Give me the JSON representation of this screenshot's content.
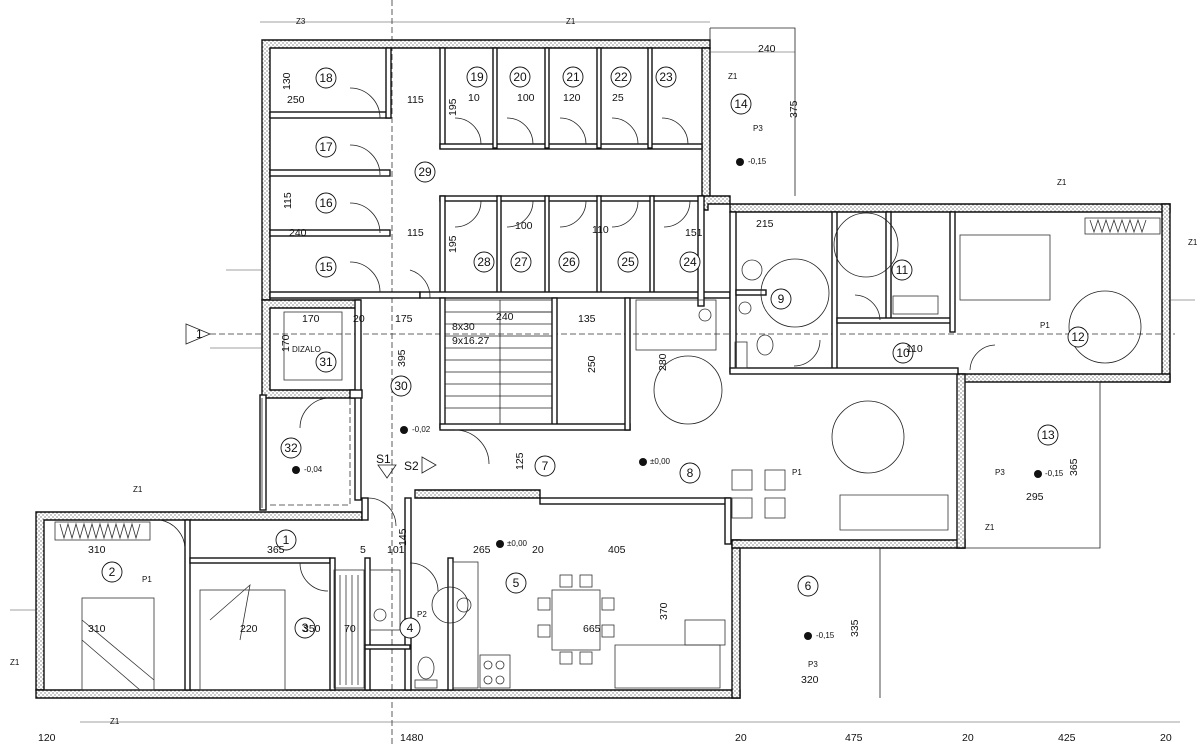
{
  "rooms": [
    {
      "id": "1"
    },
    {
      "id": "2"
    },
    {
      "id": "3"
    },
    {
      "id": "4"
    },
    {
      "id": "5"
    },
    {
      "id": "6"
    },
    {
      "id": "7"
    },
    {
      "id": "8"
    },
    {
      "id": "9"
    },
    {
      "id": "10"
    },
    {
      "id": "11"
    },
    {
      "id": "12"
    },
    {
      "id": "13"
    },
    {
      "id": "14"
    },
    {
      "id": "15"
    },
    {
      "id": "16"
    },
    {
      "id": "17"
    },
    {
      "id": "18"
    },
    {
      "id": "19"
    },
    {
      "id": "20"
    },
    {
      "id": "21"
    },
    {
      "id": "22"
    },
    {
      "id": "23"
    },
    {
      "id": "24"
    },
    {
      "id": "25"
    },
    {
      "id": "26"
    },
    {
      "id": "27"
    },
    {
      "id": "28"
    },
    {
      "id": "29"
    },
    {
      "id": "30"
    },
    {
      "id": "31"
    },
    {
      "id": "32"
    }
  ],
  "dimensions": [
    {
      "t": "240"
    },
    {
      "t": "375"
    },
    {
      "t": "130"
    },
    {
      "t": "250"
    },
    {
      "t": "115"
    },
    {
      "t": "195"
    },
    {
      "t": "10"
    },
    {
      "t": "100"
    },
    {
      "t": "120"
    },
    {
      "t": "25"
    },
    {
      "t": "115"
    },
    {
      "t": "240"
    },
    {
      "t": "115"
    },
    {
      "t": "195"
    },
    {
      "t": "100"
    },
    {
      "t": "110"
    },
    {
      "t": "151"
    },
    {
      "t": "215"
    },
    {
      "t": "170"
    },
    {
      "t": "20"
    },
    {
      "t": "175"
    },
    {
      "t": "240"
    },
    {
      "t": "135"
    },
    {
      "t": "395"
    },
    {
      "t": "280"
    },
    {
      "t": "250"
    },
    {
      "t": "125"
    },
    {
      "t": "365"
    },
    {
      "t": "295"
    },
    {
      "t": "310"
    },
    {
      "t": "365"
    },
    {
      "t": "265"
    },
    {
      "t": "20"
    },
    {
      "t": "405"
    },
    {
      "t": "310"
    },
    {
      "t": "220"
    },
    {
      "t": "350"
    },
    {
      "t": "70"
    },
    {
      "t": "665"
    },
    {
      "t": "370"
    },
    {
      "t": "335"
    },
    {
      "t": "320"
    },
    {
      "t": "101"
    },
    {
      "t": "145"
    },
    {
      "t": "5"
    },
    {
      "t": "110"
    },
    {
      "t": "170"
    }
  ],
  "levels": [
    {
      "t": "-0,15"
    },
    {
      "t": "-0,15"
    },
    {
      "t": "-0,15"
    },
    {
      "t": "-0,04"
    },
    {
      "t": "-0,02"
    },
    {
      "t": "±0,00"
    },
    {
      "t": "±0,00"
    }
  ],
  "stair": {
    "line1": "8x30",
    "line2": "9x16.27"
  },
  "sections": {
    "s1": "S1",
    "s2": "S2",
    "axis": "1"
  },
  "notes": {
    "dizalo": "DIZALO"
  },
  "bottom_axis": [
    {
      "t": "120"
    },
    {
      "t": "1480"
    },
    {
      "t": "20"
    },
    {
      "t": "475"
    },
    {
      "t": "20"
    },
    {
      "t": "425"
    },
    {
      "t": "20"
    }
  ],
  "wall_tags": {
    "z1": "Z1",
    "z3": "Z3",
    "p1": "P1",
    "p2": "P2",
    "p3": "P3"
  }
}
